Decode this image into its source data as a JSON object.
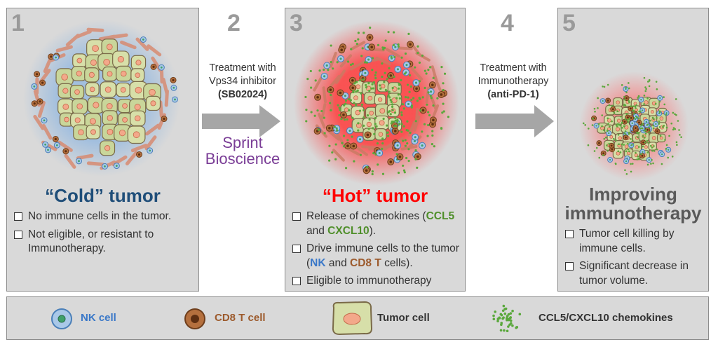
{
  "steps": [
    {
      "number": "1",
      "title": "“Cold” tumor",
      "title_color": "#1f4e79",
      "bullets": [
        [
          {
            "t": "No immune cells in the tumor."
          }
        ],
        [
          {
            "t": "Not eligible, or resistant  to Immunotherapy."
          }
        ]
      ]
    },
    {
      "number": "2",
      "treatment_line1": "Treatment with",
      "treatment_line2": "Vps34 inhibitor",
      "drug": "(SB02024)",
      "logo_line1": "Sprint",
      "logo_line2": "Bioscience"
    },
    {
      "number": "3",
      "title": "“Hot” tumor",
      "title_color": "#ff0000",
      "bullets": [
        [
          {
            "t": "Release of chemokines ("
          },
          {
            "t": "CCL5",
            "c": "green"
          },
          {
            "t": "  and  "
          },
          {
            "t": "CXCL10",
            "c": "green"
          },
          {
            "t": ")."
          }
        ],
        [
          {
            "t": "Drive immune cells to the tumor ("
          },
          {
            "t": "NK",
            "c": "blue"
          },
          {
            "t": " and "
          },
          {
            "t": "CD8 T",
            "c": "brown"
          },
          {
            "t": " cells)."
          }
        ],
        [
          {
            "t": "Eligible to immunotherapy"
          }
        ]
      ]
    },
    {
      "number": "4",
      "treatment_line1": "Treatment with",
      "treatment_line2": "Immunotherapy",
      "drug": "(anti-PD-1)"
    },
    {
      "number": "5",
      "title_line1": "Improving",
      "title_line2": "immunotherapy",
      "title_color": "#595959",
      "bullets": [
        [
          {
            "t": "Tumor cell killing by immune cells."
          }
        ],
        [
          {
            "t": "Significant decrease in tumor volume."
          }
        ]
      ]
    }
  ],
  "legend": [
    {
      "label": "NK cell",
      "color": "#3a78c8",
      "icon": "nk-cell-icon"
    },
    {
      "label": "CD8 T cell",
      "color": "#9c5a2c",
      "icon": "cd8-t-cell-icon"
    },
    {
      "label": "Tumor cell",
      "color": "#333333",
      "icon": "tumor-cell-icon"
    },
    {
      "label": "CCL5/CXCL10 chemokines",
      "color": "#333333",
      "icon": "chemokine-dots-icon"
    }
  ],
  "colors": {
    "panel_bg": "#d9d9d9",
    "arrow": "#a6a6a6",
    "logo": "#7a3d96",
    "nk_fill": "#a9c8e8",
    "cd8_fill": "#b5703e",
    "tumor_fill": "#d7dfa9",
    "chemokine": "#5aa83c",
    "hot_glow": "#ff3b3b",
    "cold_glow": "#8fb6e0"
  }
}
